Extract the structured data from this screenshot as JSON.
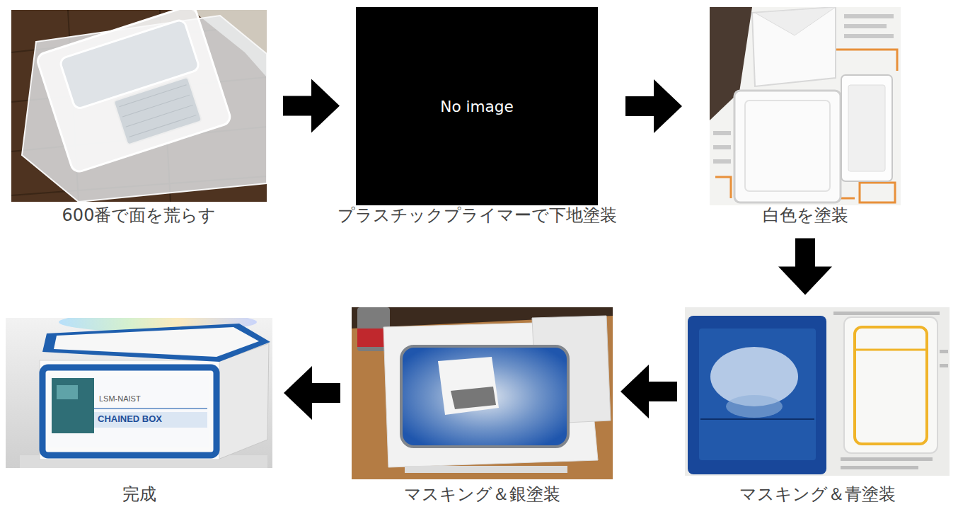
{
  "diagram": {
    "nodes": [
      {
        "text": [
          "600番で面を荒らす"
        ]
      },
      {
        "text": [
          "No image",
          "プラスチックプライマーで下地塗装"
        ]
      },
      {
        "text": [
          "白色を塗装"
        ]
      },
      {
        "text": [
          "マスキング＆青塗装"
        ]
      },
      {
        "text": [
          "マスキング＆銀塗装"
        ]
      },
      {
        "text": [
          "完成"
        ]
      }
    ],
    "edges": [
      {
        "from": 0,
        "to": 1,
        "arrow": "to"
      },
      {
        "from": 1,
        "to": 2,
        "arrow": "to"
      },
      {
        "from": 2,
        "to": 3,
        "arrow": "to"
      },
      {
        "from": 3,
        "to": 4,
        "arrow": "to"
      },
      {
        "from": 4,
        "to": 5,
        "arrow": "to"
      }
    ],
    "labels": [
      "LSM-NAIST",
      "CHAINED BOX"
    ]
  }
}
